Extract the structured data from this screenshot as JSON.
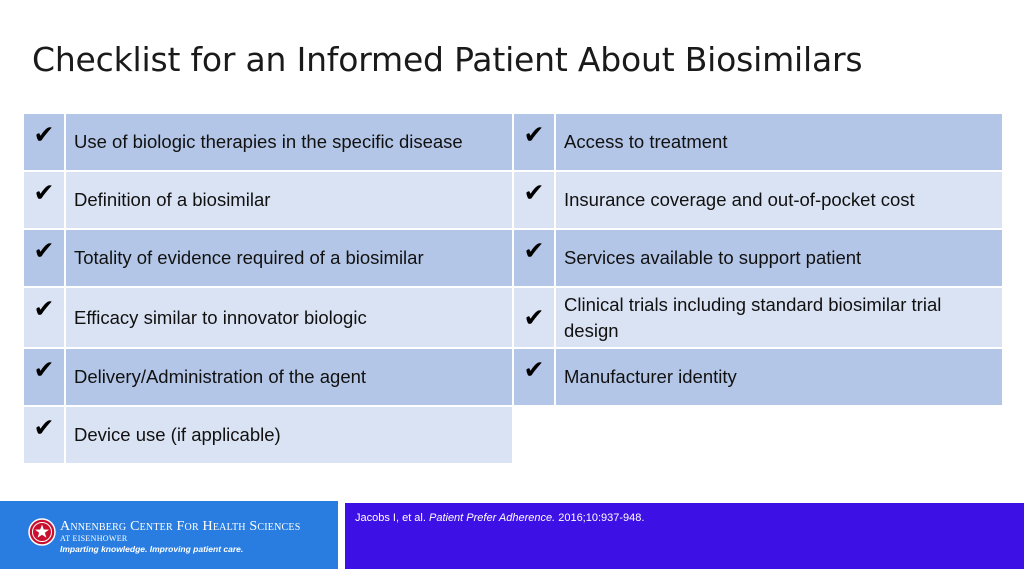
{
  "slide": {
    "title": "Checklist for an Informed Patient About Biosimilars"
  },
  "checklist": {
    "check_glyph": "✔",
    "left": [
      "Use of biologic therapies in the specific disease",
      "Definition of a biosimilar",
      "Totality of evidence required of a biosimilar",
      "Efficacy similar to innovator biologic",
      "Delivery/Administration of the agent",
      "Device use (if applicable)"
    ],
    "right": [
      "Access to treatment",
      "Insurance coverage and out-of-pocket cost",
      "Services available to support patient",
      "Clinical trials including standard biosimilar trial design",
      "Manufacturer identity"
    ],
    "colors": {
      "dark_row": "#b4c6e7",
      "light_row": "#dae3f3"
    }
  },
  "footer": {
    "logo": {
      "name_first": "A",
      "name_first_rest": "nnenberg ",
      "name_second": "C",
      "name_second_rest": "enter ",
      "name_third": "F",
      "name_third_rest": "or ",
      "name_fourth": "H",
      "name_fourth_rest": "ealth ",
      "name_fifth": "S",
      "name_fifth_rest": "ciences",
      "subtitle": "AT EISENHOWER",
      "tagline": "Imparting knowledge. Improving patient care.",
      "seal_icon": "star-seal-icon",
      "color": "#2a7de0"
    },
    "citation": {
      "authors": "Jacobs I, et al. ",
      "journal": "Patient Prefer Adherence.",
      "details": " 2016;10:937-948.",
      "color": "#3d10e6"
    }
  }
}
